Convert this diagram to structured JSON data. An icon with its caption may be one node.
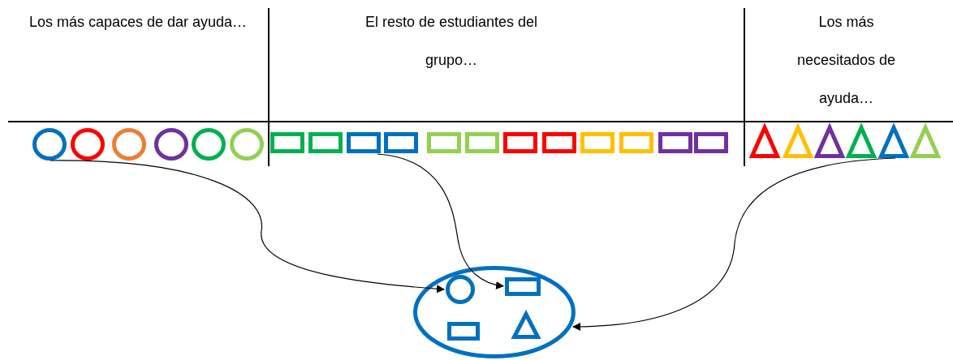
{
  "diagram": {
    "nodes": [
      {
        "text": [],
        "shape": "circle"
      },
      {
        "text": [],
        "shape": "circle"
      },
      {
        "text": [],
        "shape": "circle"
      },
      {
        "text": [],
        "shape": "circle"
      },
      {
        "text": [],
        "shape": "circle"
      },
      {
        "text": [],
        "shape": "circle"
      },
      {
        "text": [],
        "shape": "box"
      },
      {
        "text": [],
        "shape": "box"
      },
      {
        "text": [],
        "shape": "box"
      },
      {
        "text": [],
        "shape": "box"
      },
      {
        "text": [],
        "shape": "box"
      },
      {
        "text": [],
        "shape": "box"
      },
      {
        "text": [],
        "shape": "box"
      },
      {
        "text": [],
        "shape": "box"
      },
      {
        "text": [],
        "shape": "box"
      },
      {
        "text": [],
        "shape": "box"
      },
      {
        "text": [],
        "shape": "box"
      },
      {
        "text": [],
        "shape": "box"
      },
      {
        "text": [],
        "shape": "triangle"
      },
      {
        "text": [],
        "shape": "triangle"
      },
      {
        "text": [],
        "shape": "triangle"
      },
      {
        "text": [],
        "shape": "triangle"
      },
      {
        "text": [],
        "shape": "triangle"
      },
      {
        "text": [],
        "shape": "triangle"
      },
      {
        "text": [],
        "shape": "ellipse"
      },
      {
        "text": [],
        "shape": "circle",
        "in": 24
      },
      {
        "text": [],
        "shape": "box",
        "in": 24
      },
      {
        "text": [],
        "shape": "box",
        "in": 24
      },
      {
        "text": [],
        "shape": "triangle",
        "in": 24
      }
    ],
    "edges": [
      {
        "from": 0,
        "to": 25,
        "arrow": "to"
      },
      {
        "from": 9,
        "to": 26,
        "arrow": "to"
      },
      {
        "from": 22,
        "to": 24,
        "arrow": "to"
      }
    ],
    "labels": [
      "Los más capaces de dar ayuda…",
      "El resto de estudiantes del grupo…",
      "Los más necesitados de ayuda…"
    ]
  }
}
